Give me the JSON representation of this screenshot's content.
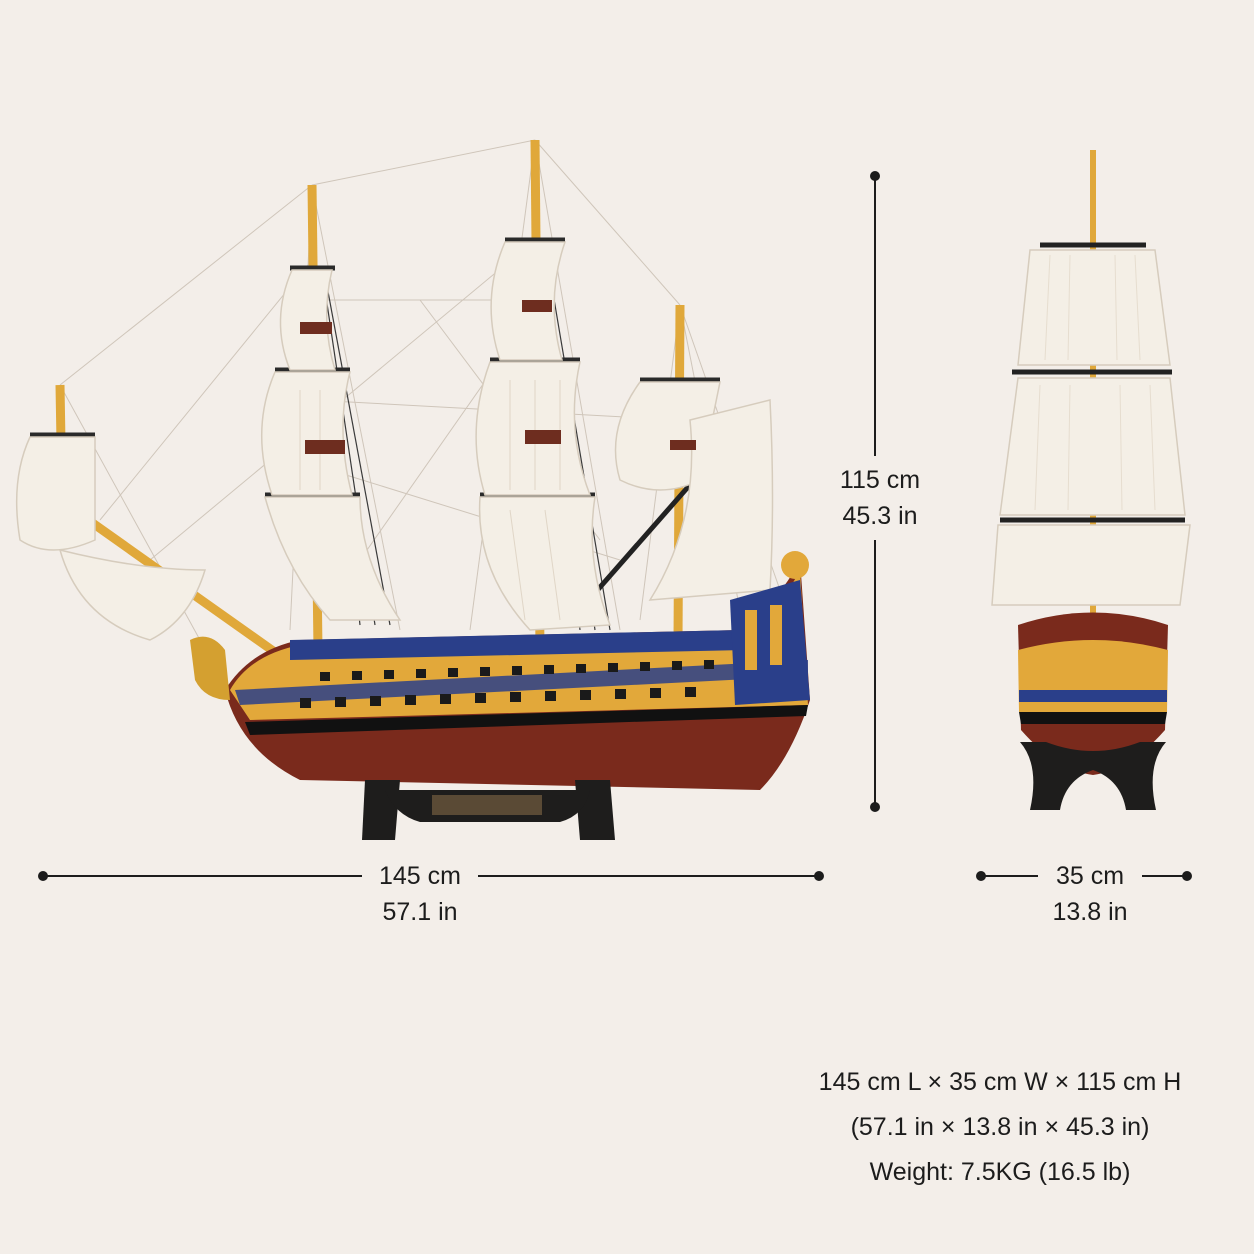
{
  "dimensions": {
    "length": {
      "metric": "145 cm",
      "imperial": "57.1 in"
    },
    "height": {
      "metric": "115 cm",
      "imperial": "45.3 in"
    },
    "width": {
      "metric": "35 cm",
      "imperial": "13.8 in"
    }
  },
  "specs": {
    "line1": "145 cm L × 35 cm W × 115 cm H",
    "line2": "(57.1 in × 13.8 in × 45.3 in)",
    "line3": "Weight: 7.5KG (16.5 lb)"
  },
  "colors": {
    "background": "#f3eee9",
    "hull_red": "#7a2a1c",
    "hull_gold": "#e2a83a",
    "hull_blue": "#2a3f8a",
    "sail": "#f4efe6",
    "stand": "#1e1d1c"
  }
}
